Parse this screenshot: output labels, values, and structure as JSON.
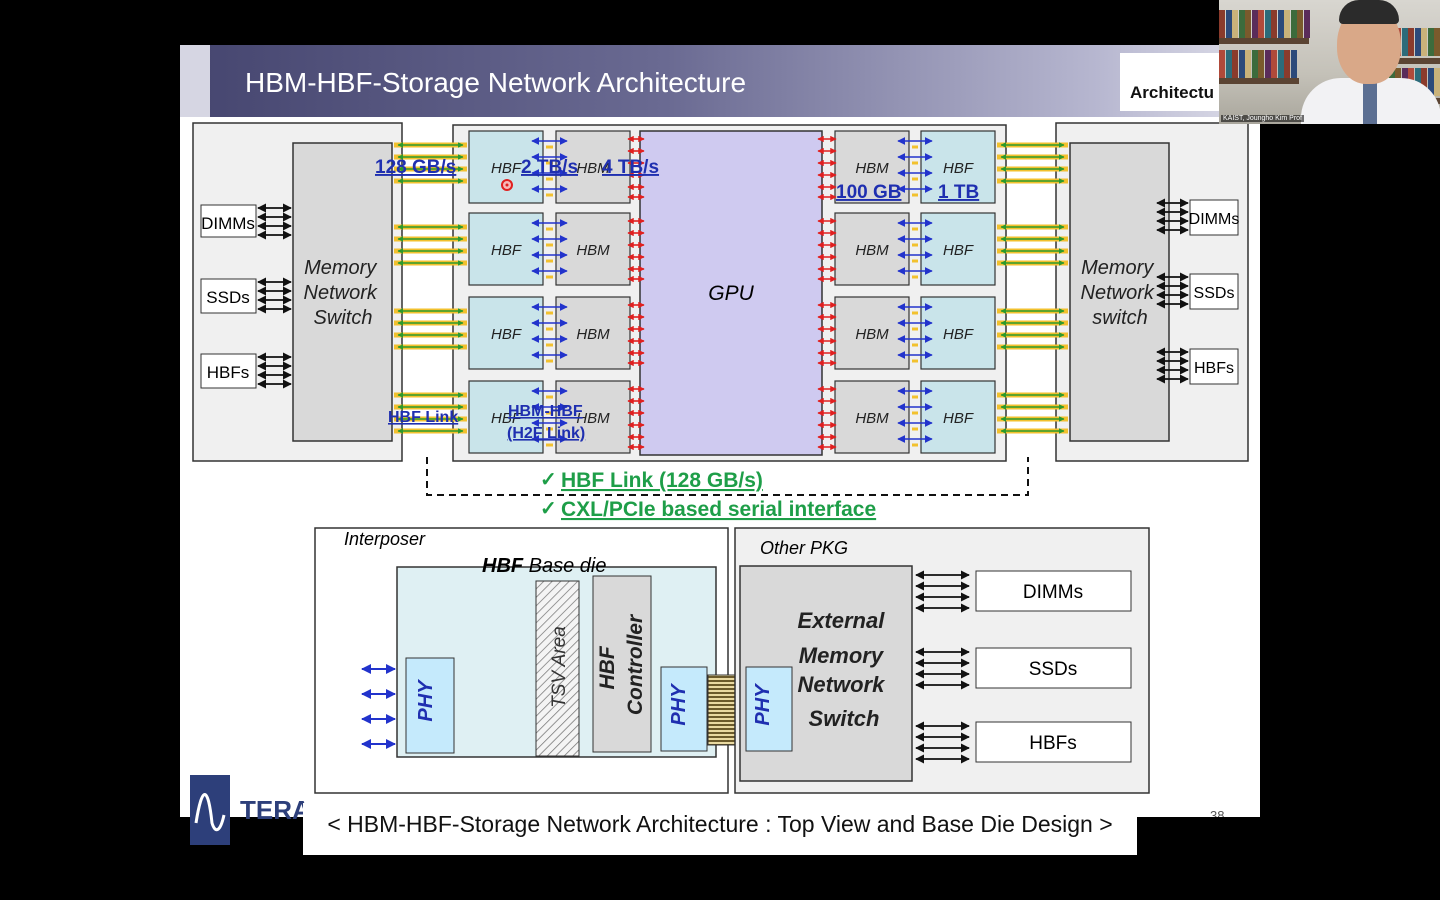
{
  "slide": {
    "title": "HBM-HBF-Storage Network Architecture",
    "tag": "Architectu",
    "page_number": "38"
  },
  "top_view": {
    "left_switch": {
      "label_lines": [
        "Memory",
        "Network",
        "Switch"
      ]
    },
    "right_switch": {
      "label_lines": [
        "Memory",
        "Network",
        "switch"
      ]
    },
    "left_devices": [
      "DIMMs",
      "SSDs",
      "HBFs"
    ],
    "right_devices": [
      "DIMMs",
      "SSDs",
      "HBFs"
    ],
    "gpu_label": "GPU",
    "left_stacks": [
      [
        "HBF",
        "HBM"
      ],
      [
        "HBF",
        "HBM"
      ],
      [
        "HBF",
        "HBM"
      ],
      [
        "HBF",
        "HBM"
      ]
    ],
    "right_stacks": [
      [
        "HBM",
        "HBF"
      ],
      [
        "HBM",
        "HBF"
      ],
      [
        "HBM",
        "HBF"
      ],
      [
        "HBM",
        "HBF"
      ]
    ],
    "callouts": {
      "bw_hbf_link": "128 GB/s",
      "bw_h2f": "2 TB/s",
      "bw_gpu": "4 TB/s",
      "cap_hbm": "100 GB",
      "cap_hbf": "1 TB",
      "hbf_link": "HBF Link",
      "h2f_line1": "HBM-HBF",
      "h2f_line2": "(H2F Link)"
    },
    "bullets": [
      "HBF Link (128 GB/s)",
      "CXL/PCIe based serial interface"
    ],
    "check_mark": "✓"
  },
  "base_die": {
    "interposer_label": "Interposer",
    "base_die_title_bold": "HBF",
    "base_die_title_rest": " Base die",
    "phy": "PHY",
    "tsv": "TSV Area",
    "controller_lines": [
      "HBF",
      "Controller"
    ],
    "other_pkg_label": "Other PKG",
    "external_switch_lines": [
      "External",
      "Memory",
      "Network",
      "Switch"
    ],
    "devices": [
      "DIMMs",
      "SSDs",
      "HBFs"
    ]
  },
  "caption": "< HBM-HBF-Storage Network Architecture : Top View and Base Die Design >",
  "webcam": {
    "caption": "KAIST, Joungho Kim Prof"
  },
  "colors": {
    "gpu_fill": "#cfcaf0",
    "stack_fill": "#c9e4ea",
    "hbm_fill": "#d9d9d9",
    "callout_blue": "#1f2fb0",
    "bullet_green": "#1e9e48",
    "link_yellow": "#f2c12e",
    "arrow_green": "#2c9a2c",
    "arrow_red": "#e02020",
    "arrow_blue": "#2233cc"
  }
}
